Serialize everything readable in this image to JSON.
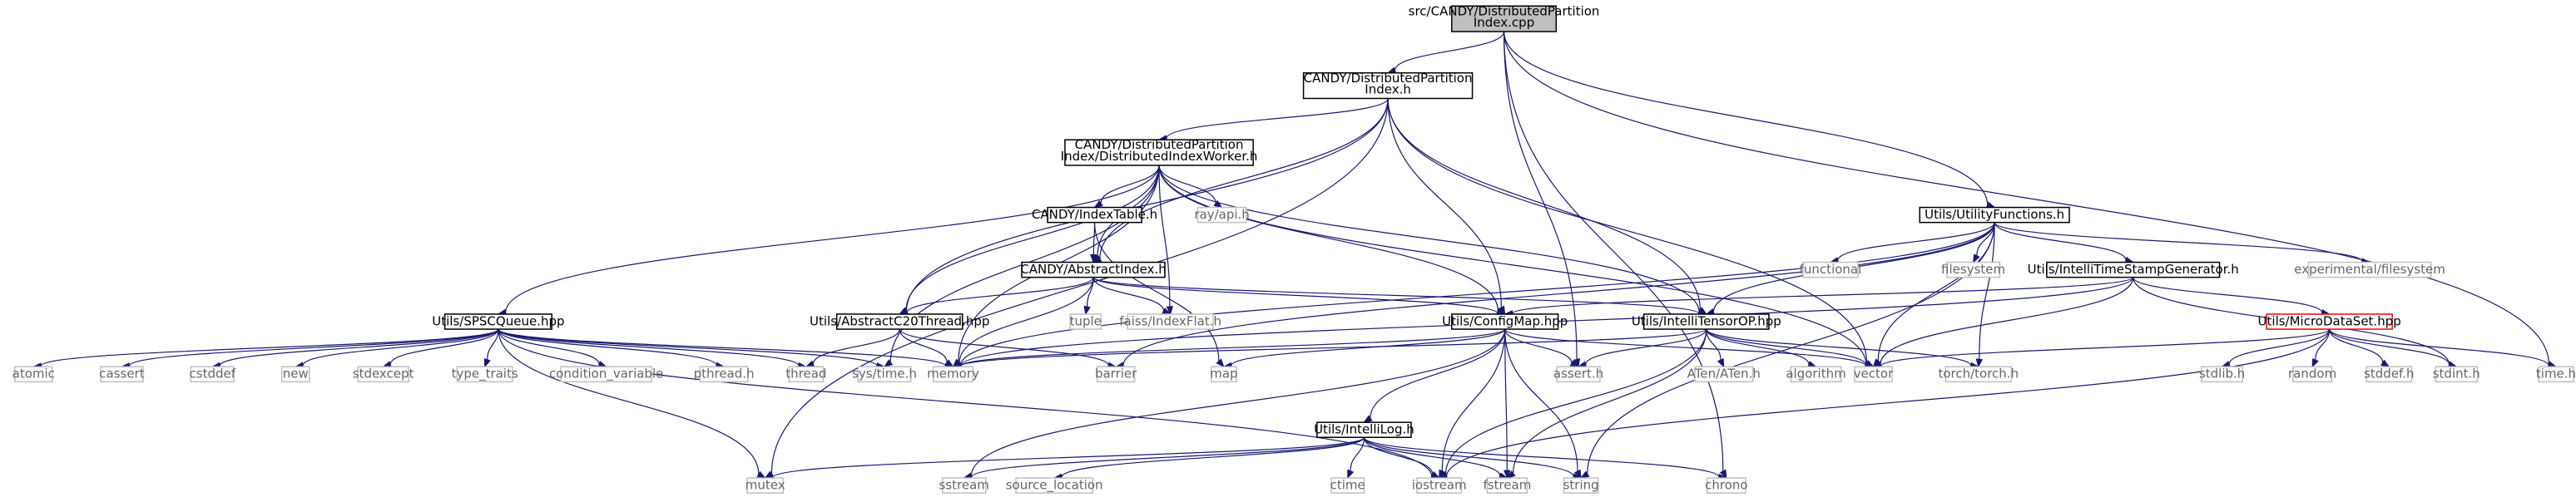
{
  "colors": {
    "root_fill": "#bfbfbf",
    "box_stroke": "#000000",
    "missing_stroke": "#bfbfbf",
    "warning_stroke": "#ff0000",
    "edge": "#191970",
    "gray_text": "#666666"
  },
  "nodes": [
    {
      "id": "root",
      "lines": [
        "src/CANDY/DistributedPartition",
        "Index.cpp"
      ],
      "style": "root"
    },
    {
      "id": "dpi_h",
      "lines": [
        "CANDY/DistributedPartition",
        "Index.h"
      ],
      "style": "normal"
    },
    {
      "id": "worker_h",
      "lines": [
        "CANDY/DistributedPartition",
        "Index/DistributedIndexWorker.h"
      ],
      "style": "normal"
    },
    {
      "id": "utility_h",
      "lines": [
        "Utils/UtilityFunctions.h"
      ],
      "style": "normal"
    },
    {
      "id": "indextable_h",
      "lines": [
        "CANDY/IndexTable.h"
      ],
      "style": "normal"
    },
    {
      "id": "rayapi_h",
      "lines": [
        "ray/api.h"
      ],
      "style": "gray"
    },
    {
      "id": "abstractindex_h",
      "lines": [
        "CANDY/AbstractIndex.h"
      ],
      "style": "normal"
    },
    {
      "id": "functional",
      "lines": [
        "functional"
      ],
      "style": "gray"
    },
    {
      "id": "filesystem",
      "lines": [
        "filesystem"
      ],
      "style": "gray"
    },
    {
      "id": "timestamp_h",
      "lines": [
        "Utils/IntelliTimeStampGenerator.h"
      ],
      "style": "normal"
    },
    {
      "id": "expfs",
      "lines": [
        "experimental/filesystem"
      ],
      "style": "gray"
    },
    {
      "id": "spsc_hpp",
      "lines": [
        "Utils/SPSCQueue.hpp"
      ],
      "style": "normal"
    },
    {
      "id": "c20thread_hpp",
      "lines": [
        "Utils/AbstractC20Thread.hpp"
      ],
      "style": "normal"
    },
    {
      "id": "tuple",
      "lines": [
        "tuple"
      ],
      "style": "gray"
    },
    {
      "id": "faiss",
      "lines": [
        "faiss/IndexFlat.h"
      ],
      "style": "gray"
    },
    {
      "id": "configmap_hpp",
      "lines": [
        "Utils/ConfigMap.hpp"
      ],
      "style": "normal"
    },
    {
      "id": "tensorop_hpp",
      "lines": [
        "Utils/IntelliTensorOP.hpp"
      ],
      "style": "normal"
    },
    {
      "id": "microdataset_hpp",
      "lines": [
        "Utils/MicroDataSet.hpp"
      ],
      "style": "warning"
    },
    {
      "id": "atomic",
      "lines": [
        "atomic"
      ],
      "style": "gray"
    },
    {
      "id": "cassert",
      "lines": [
        "cassert"
      ],
      "style": "gray"
    },
    {
      "id": "cstddef",
      "lines": [
        "cstddef"
      ],
      "style": "gray"
    },
    {
      "id": "new",
      "lines": [
        "new"
      ],
      "style": "gray"
    },
    {
      "id": "stdexcept",
      "lines": [
        "stdexcept"
      ],
      "style": "gray"
    },
    {
      "id": "type_traits",
      "lines": [
        "type_traits"
      ],
      "style": "gray"
    },
    {
      "id": "condvar",
      "lines": [
        "condition_variable"
      ],
      "style": "gray"
    },
    {
      "id": "pthread_h",
      "lines": [
        "pthread.h"
      ],
      "style": "gray"
    },
    {
      "id": "thread",
      "lines": [
        "thread"
      ],
      "style": "gray"
    },
    {
      "id": "systime_h",
      "lines": [
        "sys/time.h"
      ],
      "style": "gray"
    },
    {
      "id": "memory",
      "lines": [
        "memory"
      ],
      "style": "gray"
    },
    {
      "id": "barrier",
      "lines": [
        "barrier"
      ],
      "style": "gray"
    },
    {
      "id": "map",
      "lines": [
        "map"
      ],
      "style": "gray"
    },
    {
      "id": "assert_h",
      "lines": [
        "assert.h"
      ],
      "style": "gray"
    },
    {
      "id": "aten_h",
      "lines": [
        "ATen/ATen.h"
      ],
      "style": "gray"
    },
    {
      "id": "algorithm",
      "lines": [
        "algorithm"
      ],
      "style": "gray"
    },
    {
      "id": "vector",
      "lines": [
        "vector"
      ],
      "style": "gray"
    },
    {
      "id": "torch_h",
      "lines": [
        "torch/torch.h"
      ],
      "style": "gray"
    },
    {
      "id": "stdlib_h",
      "lines": [
        "stdlib.h"
      ],
      "style": "gray"
    },
    {
      "id": "random",
      "lines": [
        "random"
      ],
      "style": "gray"
    },
    {
      "id": "stddef_h",
      "lines": [
        "stddef.h"
      ],
      "style": "gray"
    },
    {
      "id": "stdint_h",
      "lines": [
        "stdint.h"
      ],
      "style": "gray"
    },
    {
      "id": "time_h",
      "lines": [
        "time.h"
      ],
      "style": "gray"
    },
    {
      "id": "intellilog_h",
      "lines": [
        "Utils/IntelliLog.h"
      ],
      "style": "normal"
    },
    {
      "id": "mutex",
      "lines": [
        "mutex"
      ],
      "style": "gray"
    },
    {
      "id": "sstream",
      "lines": [
        "sstream"
      ],
      "style": "gray"
    },
    {
      "id": "source_location",
      "lines": [
        "source_location"
      ],
      "style": "gray"
    },
    {
      "id": "ctime",
      "lines": [
        "ctime"
      ],
      "style": "gray"
    },
    {
      "id": "iostream",
      "lines": [
        "iostream"
      ],
      "style": "gray"
    },
    {
      "id": "fstream",
      "lines": [
        "fstream"
      ],
      "style": "gray"
    },
    {
      "id": "string",
      "lines": [
        "string"
      ],
      "style": "gray"
    },
    {
      "id": "chrono",
      "lines": [
        "chrono"
      ],
      "style": "gray"
    }
  ],
  "edges": [
    [
      "root",
      "dpi_h"
    ],
    [
      "root",
      "utility_h"
    ],
    [
      "root",
      "assert_h"
    ],
    [
      "root",
      "time_h"
    ],
    [
      "root",
      "chrono"
    ],
    [
      "dpi_h",
      "worker_h"
    ],
    [
      "dpi_h",
      "abstractindex_h"
    ],
    [
      "dpi_h",
      "c20thread_hpp"
    ],
    [
      "dpi_h",
      "configmap_hpp"
    ],
    [
      "dpi_h",
      "tensorop_hpp"
    ],
    [
      "dpi_h",
      "vector"
    ],
    [
      "dpi_h",
      "mutex"
    ],
    [
      "worker_h",
      "spsc_hpp"
    ],
    [
      "worker_h",
      "indextable_h"
    ],
    [
      "worker_h",
      "rayapi_h"
    ],
    [
      "worker_h",
      "abstractindex_h"
    ],
    [
      "worker_h",
      "c20thread_hpp"
    ],
    [
      "worker_h",
      "faiss"
    ],
    [
      "worker_h",
      "configmap_hpp"
    ],
    [
      "worker_h",
      "tensorop_hpp"
    ],
    [
      "worker_h",
      "memory"
    ],
    [
      "worker_h",
      "systime_h"
    ],
    [
      "worker_h",
      "vector"
    ],
    [
      "indextable_h",
      "abstractindex_h"
    ],
    [
      "indextable_h",
      "map"
    ],
    [
      "abstractindex_h",
      "c20thread_hpp"
    ],
    [
      "abstractindex_h",
      "tuple"
    ],
    [
      "abstractindex_h",
      "faiss"
    ],
    [
      "abstractindex_h",
      "configmap_hpp"
    ],
    [
      "abstractindex_h",
      "tensorop_hpp"
    ],
    [
      "abstractindex_h",
      "memory"
    ],
    [
      "utility_h",
      "functional"
    ],
    [
      "utility_h",
      "filesystem"
    ],
    [
      "utility_h",
      "timestamp_h"
    ],
    [
      "utility_h",
      "expfs"
    ],
    [
      "utility_h",
      "tensorop_hpp"
    ],
    [
      "utility_h",
      "vector"
    ],
    [
      "utility_h",
      "memory"
    ],
    [
      "utility_h",
      "barrier"
    ],
    [
      "utility_h",
      "torch_h"
    ],
    [
      "utility_h",
      "string"
    ],
    [
      "timestamp_h",
      "microdataset_hpp"
    ],
    [
      "timestamp_h",
      "configmap_hpp"
    ],
    [
      "timestamp_h",
      "vector"
    ],
    [
      "timestamp_h",
      "stdint_h"
    ],
    [
      "timestamp_h",
      "memory"
    ],
    [
      "spsc_hpp",
      "atomic"
    ],
    [
      "spsc_hpp",
      "cassert"
    ],
    [
      "spsc_hpp",
      "cstddef"
    ],
    [
      "spsc_hpp",
      "new"
    ],
    [
      "spsc_hpp",
      "stdexcept"
    ],
    [
      "spsc_hpp",
      "type_traits"
    ],
    [
      "spsc_hpp",
      "condvar"
    ],
    [
      "spsc_hpp",
      "pthread_h"
    ],
    [
      "spsc_hpp",
      "thread"
    ],
    [
      "spsc_hpp",
      "systime_h"
    ],
    [
      "spsc_hpp",
      "memory"
    ],
    [
      "spsc_hpp",
      "mutex"
    ],
    [
      "spsc_hpp",
      "iostream"
    ],
    [
      "c20thread_hpp",
      "thread"
    ],
    [
      "c20thread_hpp",
      "memory"
    ],
    [
      "c20thread_hpp",
      "barrier"
    ],
    [
      "configmap_hpp",
      "map"
    ],
    [
      "configmap_hpp",
      "memory"
    ],
    [
      "configmap_hpp",
      "assert_h"
    ],
    [
      "configmap_hpp",
      "intellilog_h"
    ],
    [
      "configmap_hpp",
      "sstream"
    ],
    [
      "configmap_hpp",
      "iostream"
    ],
    [
      "configmap_hpp",
      "fstream"
    ],
    [
      "configmap_hpp",
      "string"
    ],
    [
      "configmap_hpp",
      "vector"
    ],
    [
      "tensorop_hpp",
      "assert_h"
    ],
    [
      "tensorop_hpp",
      "aten_h"
    ],
    [
      "tensorop_hpp",
      "algorithm"
    ],
    [
      "tensorop_hpp",
      "vector"
    ],
    [
      "tensorop_hpp",
      "torch_h"
    ],
    [
      "tensorop_hpp",
      "iostream"
    ],
    [
      "tensorop_hpp",
      "fstream"
    ],
    [
      "tensorop_hpp",
      "memory"
    ],
    [
      "microdataset_hpp",
      "vector"
    ],
    [
      "microdataset_hpp",
      "stdlib_h"
    ],
    [
      "microdataset_hpp",
      "random"
    ],
    [
      "microdataset_hpp",
      "stddef_h"
    ],
    [
      "microdataset_hpp",
      "stdint_h"
    ],
    [
      "microdataset_hpp",
      "time_h"
    ],
    [
      "microdataset_hpp",
      "iostream"
    ],
    [
      "intellilog_h",
      "mutex"
    ],
    [
      "intellilog_h",
      "sstream"
    ],
    [
      "intellilog_h",
      "source_location"
    ],
    [
      "intellilog_h",
      "ctime"
    ],
    [
      "intellilog_h",
      "iostream"
    ],
    [
      "intellilog_h",
      "fstream"
    ],
    [
      "intellilog_h",
      "string"
    ],
    [
      "intellilog_h",
      "chrono"
    ]
  ]
}
